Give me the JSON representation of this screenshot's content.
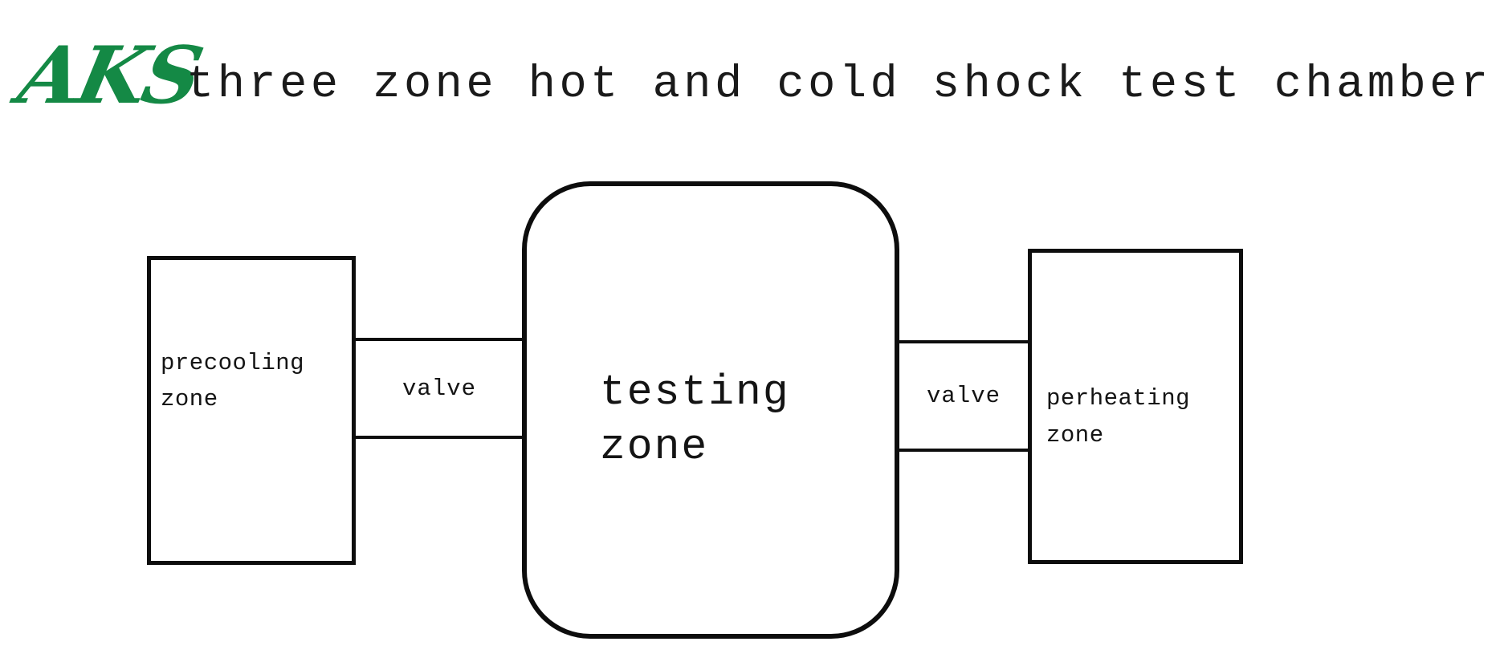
{
  "header": {
    "logo": "AKS",
    "title": "three zone hot and cold shock test chamber"
  },
  "colors": {
    "logo_green": "#148945",
    "line_black": "#0d0d0d",
    "bg": "#ffffff"
  },
  "diagram": {
    "left_box": {
      "line1": "precooling",
      "line2": "zone"
    },
    "center_box": {
      "line1": "testing",
      "line2": "zone"
    },
    "right_box": {
      "line1": "perheating",
      "line2": "zone"
    },
    "left_valve": {
      "label": "valve"
    },
    "right_valve": {
      "label": "valve"
    }
  }
}
